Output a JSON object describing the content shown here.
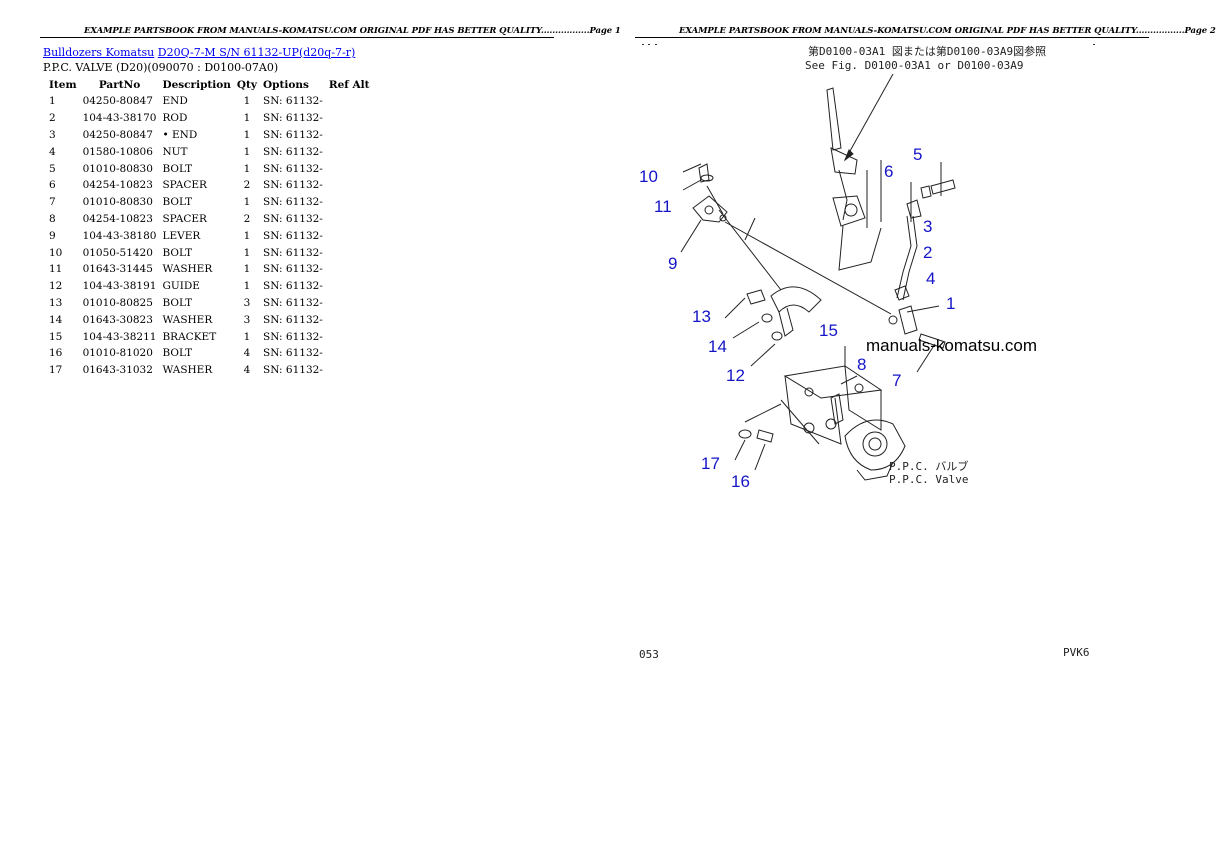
{
  "banner": {
    "left": "EXAMPLE PARTSBOOK FROM MANUALS-KOMATSU.COM ORIGINAL PDF HAS BETTER QUALITY.................Page 1",
    "right": "EXAMPLE PARTSBOOK FROM MANUALS-KOMATSU.COM ORIGINAL PDF HAS BETTER QUALITY.................Page 2"
  },
  "breadcrumb": {
    "link1": "Bulldozers Komatsu",
    "link2": "D20Q-7-M S/N 61132-UP(d20q-7-r)"
  },
  "subtitle": "P.P.C. VALVE (D20)(090070 : D0100-07A0)",
  "table": {
    "headers": [
      "Item",
      "PartNo",
      "Description",
      "Qty",
      "Options",
      "Ref Alt"
    ],
    "rows": [
      [
        "1",
        "04250-80847",
        "END",
        "1",
        "SN: 61132-",
        ""
      ],
      [
        "2",
        "104-43-38170",
        "ROD",
        "1",
        "SN: 61132-",
        ""
      ],
      [
        "3",
        "04250-80847",
        "• END",
        "1",
        "SN: 61132-",
        ""
      ],
      [
        "4",
        "01580-10806",
        "NUT",
        "1",
        "SN: 61132-",
        ""
      ],
      [
        "5",
        "01010-80830",
        "BOLT",
        "1",
        "SN: 61132-",
        ""
      ],
      [
        "6",
        "04254-10823",
        "SPACER",
        "2",
        "SN: 61132-",
        ""
      ],
      [
        "7",
        "01010-80830",
        "BOLT",
        "1",
        "SN: 61132-",
        ""
      ],
      [
        "8",
        "04254-10823",
        "SPACER",
        "2",
        "SN: 61132-",
        ""
      ],
      [
        "9",
        "104-43-38180",
        "LEVER",
        "1",
        "SN: 61132-",
        ""
      ],
      [
        "10",
        "01050-51420",
        "BOLT",
        "1",
        "SN: 61132-",
        ""
      ],
      [
        "11",
        "01643-31445",
        "WASHER",
        "1",
        "SN: 61132-",
        ""
      ],
      [
        "12",
        "104-43-38191",
        "GUIDE",
        "1",
        "SN: 61132-",
        ""
      ],
      [
        "13",
        "01010-80825",
        "BOLT",
        "3",
        "SN: 61132-",
        ""
      ],
      [
        "14",
        "01643-30823",
        "WASHER",
        "3",
        "SN: 61132-",
        ""
      ],
      [
        "15",
        "104-43-38211",
        "BRACKET",
        "1",
        "SN: 61132-",
        ""
      ],
      [
        "16",
        "01010-81020",
        "BOLT",
        "4",
        "SN: 61132-",
        ""
      ],
      [
        "17",
        "01643-31032",
        "WASHER",
        "4",
        "SN: 61132-",
        ""
      ]
    ]
  },
  "diagram": {
    "ref_note_jp": "第D0100-03A1 図または第D0100-03A9図参照",
    "ref_note_en": "See Fig. D0100-03A1 or D0100-03A9",
    "valve_label_jp": "P.P.C. バルブ",
    "valve_label_en": "P.P.C. Valve",
    "watermark": "manuals-komatsu.com",
    "page_code": "053",
    "sheet_code": "PVK6",
    "callouts": [
      "1",
      "2",
      "3",
      "4",
      "5",
      "6",
      "7",
      "8",
      "9",
      "10",
      "11",
      "12",
      "13",
      "14",
      "15",
      "16",
      "17"
    ]
  },
  "colors": {
    "link": "#0000ee",
    "callout": "#1515c8"
  }
}
